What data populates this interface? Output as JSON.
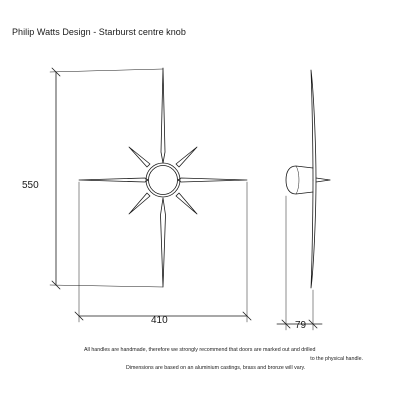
{
  "header": {
    "title": "Philip Watts Design - Starburst centre knob"
  },
  "dimensions": {
    "height_label": "550",
    "width_label": "410",
    "depth_label": "79"
  },
  "notes": {
    "line1": "All handles are handmade, therefore we strongly recommend that doors are marked out and drilled",
    "line2": "to the physical handle.",
    "line3": "Dimensions are based on an aluminium castings, brass and bronze will vary."
  },
  "colors": {
    "line": "#1a1a1a",
    "background": "#ffffff"
  }
}
